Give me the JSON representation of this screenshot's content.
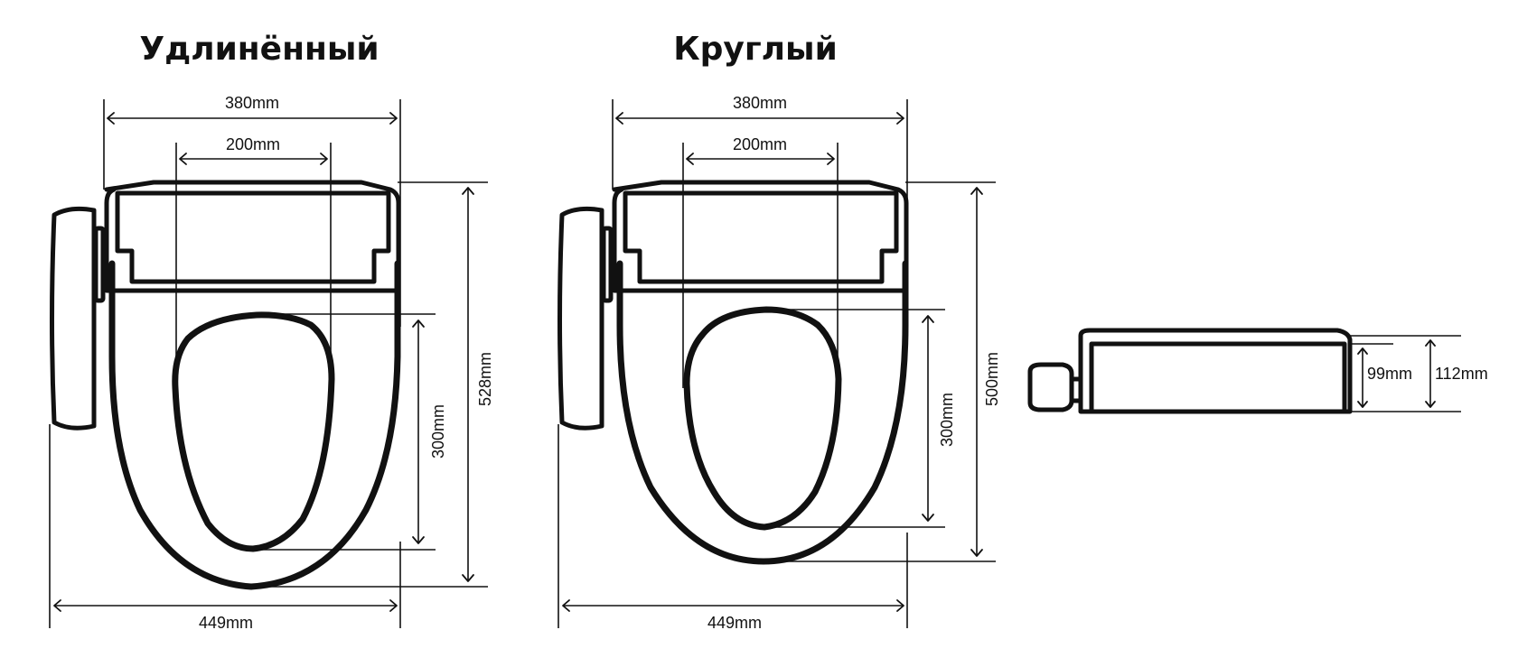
{
  "diagram": {
    "elongated": {
      "title": "Удлинённый",
      "width_total": "380mm",
      "width_inner": "200mm",
      "length_total": "528mm",
      "opening_length": "300mm",
      "width_overall": "449mm"
    },
    "round": {
      "title": "Круглый",
      "width_total": "380mm",
      "width_inner": "200mm",
      "length_total": "500mm",
      "opening_length": "300mm",
      "width_overall": "449mm"
    },
    "side_view": {
      "height_body": "99mm",
      "height_total": "112mm"
    }
  }
}
